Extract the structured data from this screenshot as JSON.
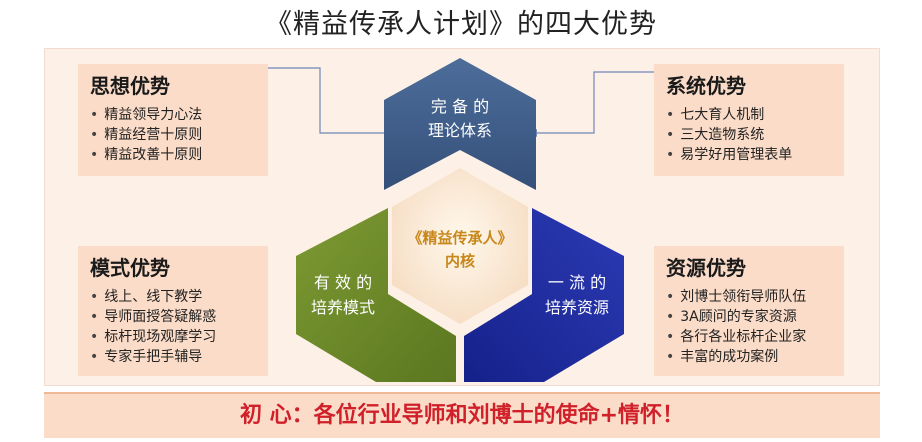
{
  "title": "《精益传承人计划》的四大优势",
  "boxes": {
    "thinking": {
      "title": "思想优势",
      "items": [
        "精益领导力心法",
        "精益经营十原则",
        "精益改善十原则"
      ]
    },
    "system": {
      "title": "系统优势",
      "items": [
        "七大育人机制",
        "三大造物系统",
        "易学好用管理表单"
      ]
    },
    "mode": {
      "title": "模式优势",
      "items": [
        "线上、线下教学",
        "导师面授答疑解惑",
        "标杆现场观摩学习",
        "专家手把手辅导"
      ]
    },
    "resource": {
      "title": "资源优势",
      "items": [
        "刘博士领衔导师队伍",
        "3A顾问的专家资源",
        "各行各业标杆企业家",
        "丰富的成功案例"
      ]
    }
  },
  "center": {
    "top": {
      "line1": "完 备 的",
      "line2": "理论体系",
      "color": "#3f5f8c"
    },
    "left": {
      "line1": "有 效 的",
      "line2": "培养模式",
      "color": "#6e8b2a"
    },
    "right": {
      "line1": "一 流 的",
      "line2": "培养资源",
      "color": "#1f2f9e"
    },
    "core": {
      "line1": "《精益传承人》",
      "line2": "内核",
      "color": "#c8871a"
    }
  },
  "footer": "初 心：各位行业导师和刘博士的使命+情怀！"
}
